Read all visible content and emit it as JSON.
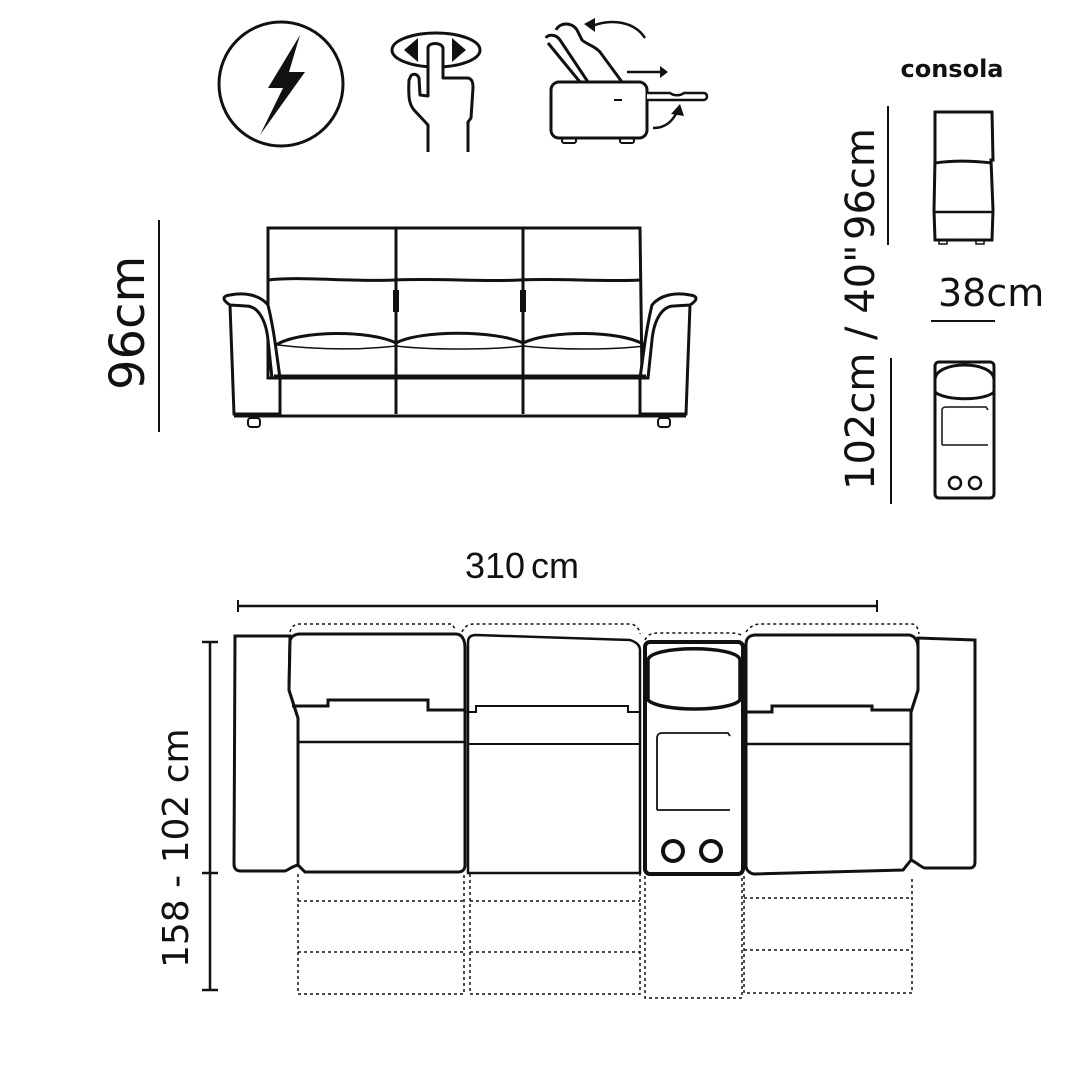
{
  "icons": {
    "power": {
      "name": "electric-power-icon",
      "desc": "Lightning bolt in circle"
    },
    "touch": {
      "name": "touch-button-icon",
      "desc": "Finger pressing left/right button"
    },
    "recline": {
      "name": "recliner-motion-icon",
      "desc": "Recliner with moving back and footrest"
    }
  },
  "front_view": {
    "height_label": "96cm"
  },
  "console": {
    "title": "consola",
    "height_label": "96cm",
    "depth_label": "102cm / 40\"",
    "width_label": "38cm"
  },
  "top_view": {
    "width_label": "310 cm",
    "width_number": "310",
    "width_unit": "cm",
    "depth_label": "158 - 102 cm"
  },
  "colors": {
    "line": "#111111",
    "background": "#ffffff"
  }
}
